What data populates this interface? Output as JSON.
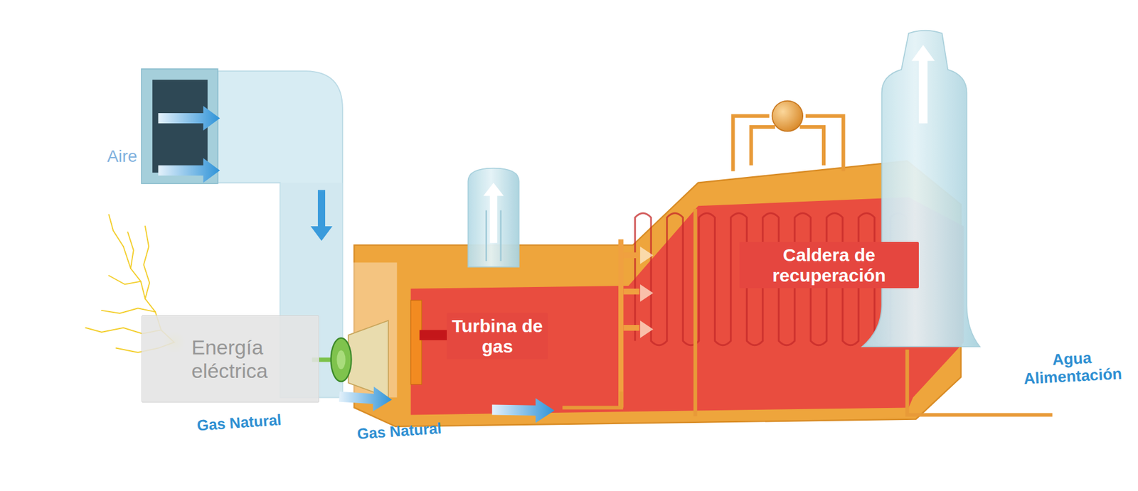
{
  "diagram": {
    "nodes": [
      {
        "text": [
          "Energía eléctrica"
        ]
      },
      {
        "text": [
          "Turbina de gas"
        ]
      },
      {
        "text": [
          "Caldera de recuperación"
        ]
      }
    ],
    "labels": [
      "Aire",
      "Gas Natural",
      "Gas Natural",
      "Agua Alimentación"
    ]
  }
}
